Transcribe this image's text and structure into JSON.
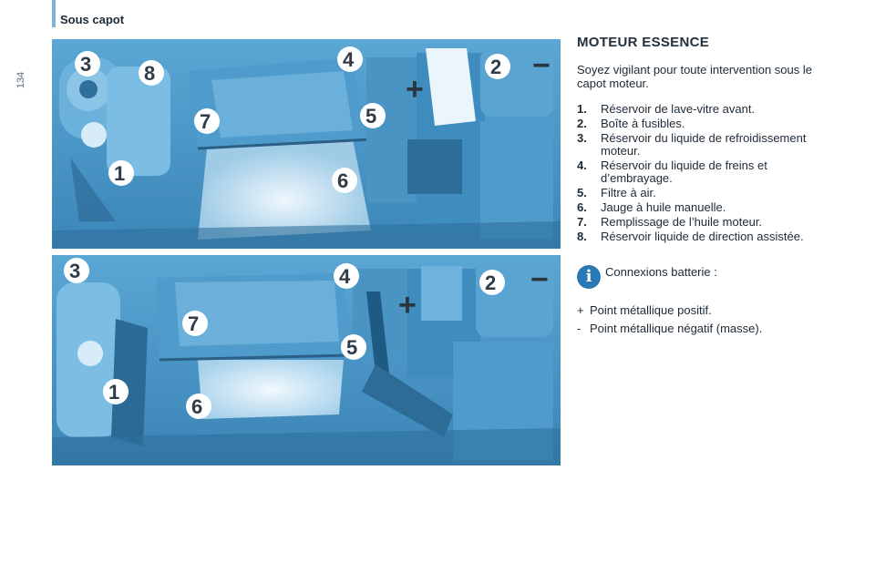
{
  "page": {
    "number": "134",
    "section_title": "Sous capot"
  },
  "content": {
    "heading": "MOTEUR ESSENCE",
    "intro": "Soyez vigilant pour toute intervention sous le capot moteur.",
    "items": [
      {
        "num": "1.",
        "text": "Réservoir de lave-vitre avant."
      },
      {
        "num": "2.",
        "text": "Boîte à fusibles."
      },
      {
        "num": "3.",
        "text": "Réservoir du liquide de refroidissement moteur."
      },
      {
        "num": "4.",
        "text": "Réservoir du liquide de freins et d’embrayage."
      },
      {
        "num": "5.",
        "text": "Filtre à air."
      },
      {
        "num": "6.",
        "text": "Jauge à huile manuelle."
      },
      {
        "num": "7.",
        "text": "Remplissage de l’huile moteur."
      },
      {
        "num": "8.",
        "text": "Réservoir liquide de direction assistée."
      }
    ],
    "info": {
      "icon": "info-icon",
      "icon_glyph": "i",
      "text": "Connexions batterie :"
    },
    "terminals": [
      {
        "symbol": "+",
        "text": "Point métallique positif."
      },
      {
        "symbol": "-",
        "text": "Point métallique négatif (masse)."
      }
    ]
  },
  "illustrations": {
    "top": {
      "markers": [
        "3",
        "8",
        "4",
        "2",
        "7",
        "5",
        "1",
        "6"
      ],
      "battery_plus": "+",
      "battery_minus": "−"
    },
    "bottom": {
      "markers": [
        "3",
        "4",
        "2",
        "7",
        "5",
        "1",
        "6"
      ],
      "battery_plus": "+",
      "battery_minus": "−"
    }
  },
  "colors": {
    "engine_blue": "#3f93c6",
    "light_blue": "#a9d2ec",
    "accent": "#2a78b4",
    "marker_fill": "#ffffff"
  }
}
